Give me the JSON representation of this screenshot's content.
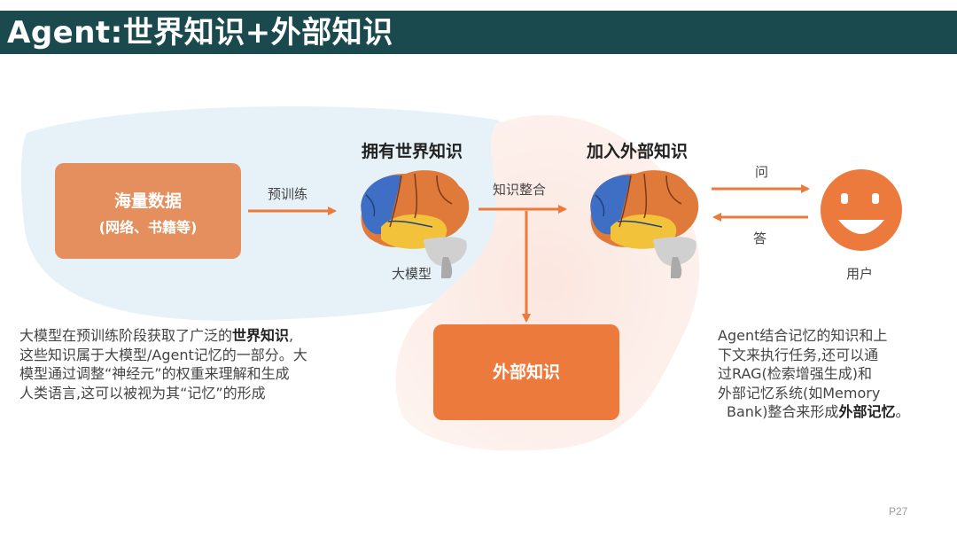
{
  "title": "Agent:世界知识+外部知识",
  "boxes": {
    "data_line1": "海量数据",
    "data_line2": "(网络、书籍等)",
    "external": "外部知识"
  },
  "arrows": {
    "pretrain": "预训练",
    "integrate": "知识整合",
    "ask": "问",
    "answer": "答"
  },
  "headings": {
    "world": "拥有世界知识",
    "external": "加入外部知识"
  },
  "labels": {
    "big_model": "大模型",
    "user": "用户"
  },
  "left_paragraph": {
    "l1_pre": "大模型在预训练阶段获取了广泛的",
    "l1_bold": "世界知识",
    "l1_post": ",",
    "l2": "这些知识属于大模型/Agent记忆的一部分。大",
    "l3": "模型通过调整“神经元”的权重来理解和生成",
    "l4": "人类语言,这可以被视为其“记忆”的形成"
  },
  "right_paragraph": {
    "l1": "Agent结合记忆的知识和上",
    "l2": "下文来执行任务,还可以通",
    "l3": "过RAG(检索增强生成)和",
    "l4": "外部记忆系统(如Memory",
    "l5_pre": "Bank)整合来形成",
    "l5_bold": "外部记忆",
    "l5_post": "。"
  },
  "page_number": "P27",
  "colors": {
    "title_bar": "#1a4a4e",
    "accent_orange": "#ec7a3d",
    "data_box": "#e48f5d",
    "blue_blob": "#e6f2f8",
    "pink_blob": "#fbe9e4"
  },
  "icons": [
    "brain-icon",
    "smiley-face-icon",
    "arrow-right-icon",
    "arrow-left-icon",
    "arrow-down-icon"
  ]
}
